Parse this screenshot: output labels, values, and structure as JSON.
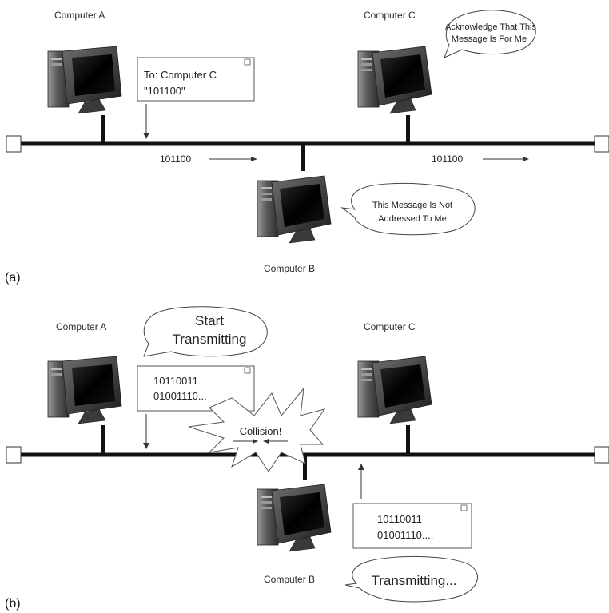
{
  "panel_a": {
    "label": "(a)",
    "computers": {
      "a": "Computer A",
      "b": "Computer B",
      "c": "Computer C"
    },
    "message_box": {
      "line1": "To: Computer C",
      "line2": "\"101100\""
    },
    "bubble_c": {
      "line1": "Acknowledge That This",
      "line2": "Message Is For Me"
    },
    "bubble_b": {
      "line1": "This Message Is Not",
      "line2": "Addressed To Me"
    },
    "bitstreams": [
      "101100",
      "101100"
    ]
  },
  "panel_b": {
    "label": "(b)",
    "computers": {
      "a": "Computer A",
      "b": "Computer B",
      "c": "Computer C"
    },
    "bubble_a": {
      "line1": "Start",
      "line2": "Transmitting"
    },
    "box_a": {
      "line1": "10110011",
      "line2": "01001110..."
    },
    "collision": "Collision!",
    "box_b": {
      "line1": "10110011",
      "line2": "01001110...."
    },
    "bubble_b": "Transmitting..."
  },
  "colors": {
    "cable": "#111111",
    "monitor_frame": "#3c3c3c",
    "screen": "#0a0a0a",
    "tower": "#4a4a4a"
  }
}
